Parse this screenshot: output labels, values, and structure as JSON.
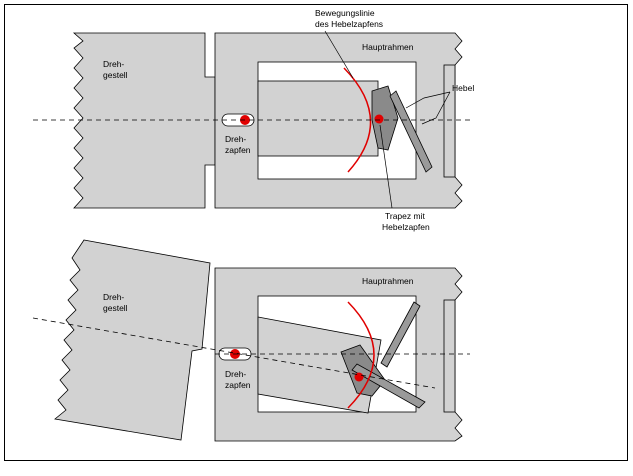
{
  "labels": {
    "bewegungslinie_1": "Bewegungslinie",
    "bewegungslinie_2": "des Hebelzapfens",
    "hauptrahmen_top": "Hauptrahmen",
    "hauptrahmen_bottom": "Hauptrahmen",
    "hebel": "Hebel",
    "drehgestell_top_1": "Dreh-",
    "drehgestell_top_2": "gestell",
    "drehgestell_bottom_1": "Dreh-",
    "drehgestell_bottom_2": "gestell",
    "drehzapfen_top_1": "Dreh-",
    "drehzapfen_top_2": "zapfen",
    "drehzapfen_bottom_1": "Dreh-",
    "drehzapfen_bottom_2": "zapfen",
    "trapez_1": "Trapez mit",
    "trapez_2": "Hebelzapfen"
  },
  "colors": {
    "frame_gray": "#d2d2d2",
    "accent_red": "#e00000",
    "trapez_gray": "#9a9a9a"
  }
}
